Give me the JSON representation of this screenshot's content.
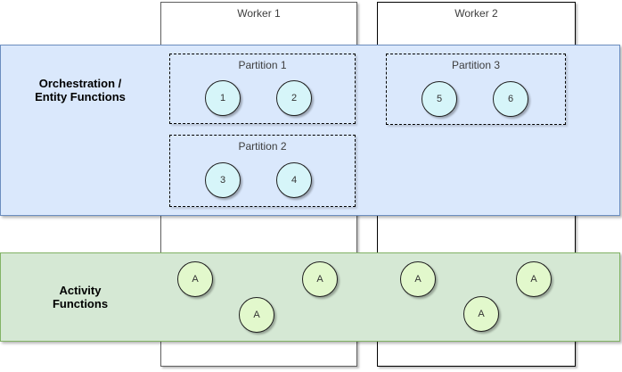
{
  "workers": [
    {
      "label": "Worker 1"
    },
    {
      "label": "Worker 2"
    }
  ],
  "orchestration_band": {
    "label": [
      "Orchestration /",
      "Entity Functions"
    ]
  },
  "activity_band": {
    "label": [
      "Activity",
      "Functions"
    ]
  },
  "partitions": [
    {
      "label": "Partition 1",
      "circles": [
        "1",
        "2"
      ]
    },
    {
      "label": "Partition 2",
      "circles": [
        "3",
        "4"
      ]
    },
    {
      "label": "Partition 3",
      "circles": [
        "5",
        "6"
      ]
    }
  ],
  "activity_circles": [
    "A",
    "A",
    "A",
    "A",
    "A",
    "A"
  ],
  "colors": {
    "orch-fill": "#dae8fc",
    "orch-border": "#6c8ebf",
    "act-fill": "#d5e8d4",
    "act-border": "#82b366",
    "num-circle-fill": "#d6f5f9",
    "a-circle-fill": "#e2f8cc",
    "worker1-border": "#5f5f5f",
    "worker2-border": "#000000"
  }
}
